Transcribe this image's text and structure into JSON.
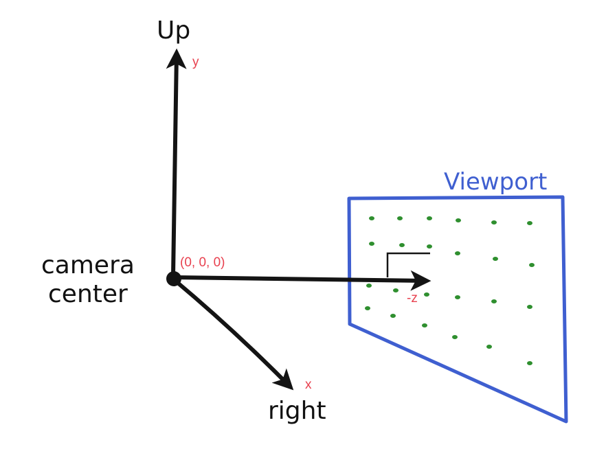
{
  "colors": {
    "axis": "#141414",
    "coord_label": "#e8414f",
    "viewport": "#3f5fd0",
    "dots": "#2f8f2f"
  },
  "labels": {
    "up": "Up",
    "y": "y",
    "camera_line1": "camera",
    "camera_line2": "center",
    "origin": "(0, 0, 0)",
    "neg_z": "-z",
    "right": "right",
    "x": "x",
    "viewport": "Viewport"
  }
}
